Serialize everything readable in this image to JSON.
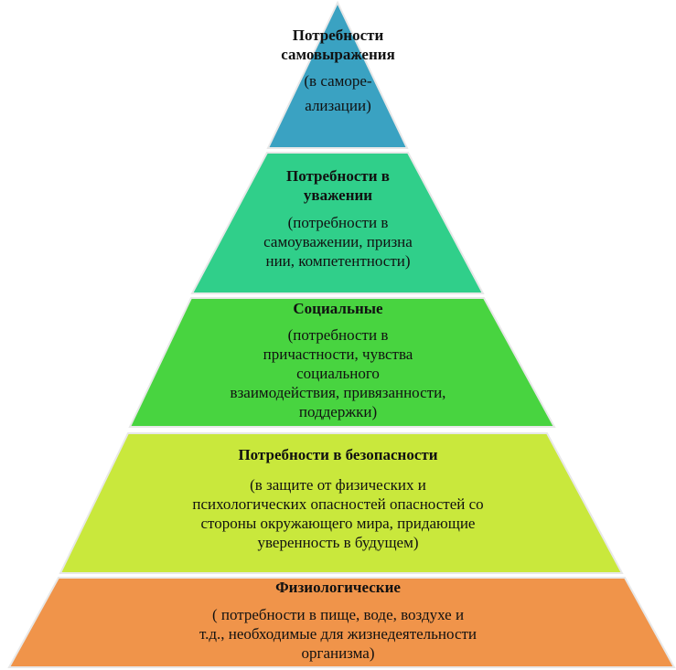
{
  "tiers": [
    {
      "title_lines": [
        "Потребности",
        "самовыражения"
      ],
      "desc_lines": [
        "(в саморе-",
        "ализации)"
      ],
      "color": "#3aa2c2"
    },
    {
      "title_lines": [
        "Потребности в",
        "уважении"
      ],
      "desc_lines": [
        "(потребности в",
        "самоуважении, призна",
        "нии, компетентности)"
      ],
      "color": "#30cf8a"
    },
    {
      "title_lines": [
        "Социальные"
      ],
      "desc_lines": [
        "(потребности в",
        "причастности, чувства",
        "социального",
        "взаимодействия, привязанности,",
        "поддержки)"
      ],
      "color": "#48d440"
    },
    {
      "title_lines": [
        "Потребности в безопасности"
      ],
      "desc_lines": [
        "(в защите от физических и",
        "психологических опасностей опасностей со",
        "стороны окружающего мира, придающие",
        "уверенность в будущем)"
      ],
      "color": "#c9e83c"
    },
    {
      "title_lines": [
        "Физиологические"
      ],
      "desc_lines": [
        "( потребности в пище, воде, воздухе и",
        "т.д., необходимые для жизнедеятельности",
        "организма)"
      ],
      "color": "#f0944a"
    }
  ]
}
